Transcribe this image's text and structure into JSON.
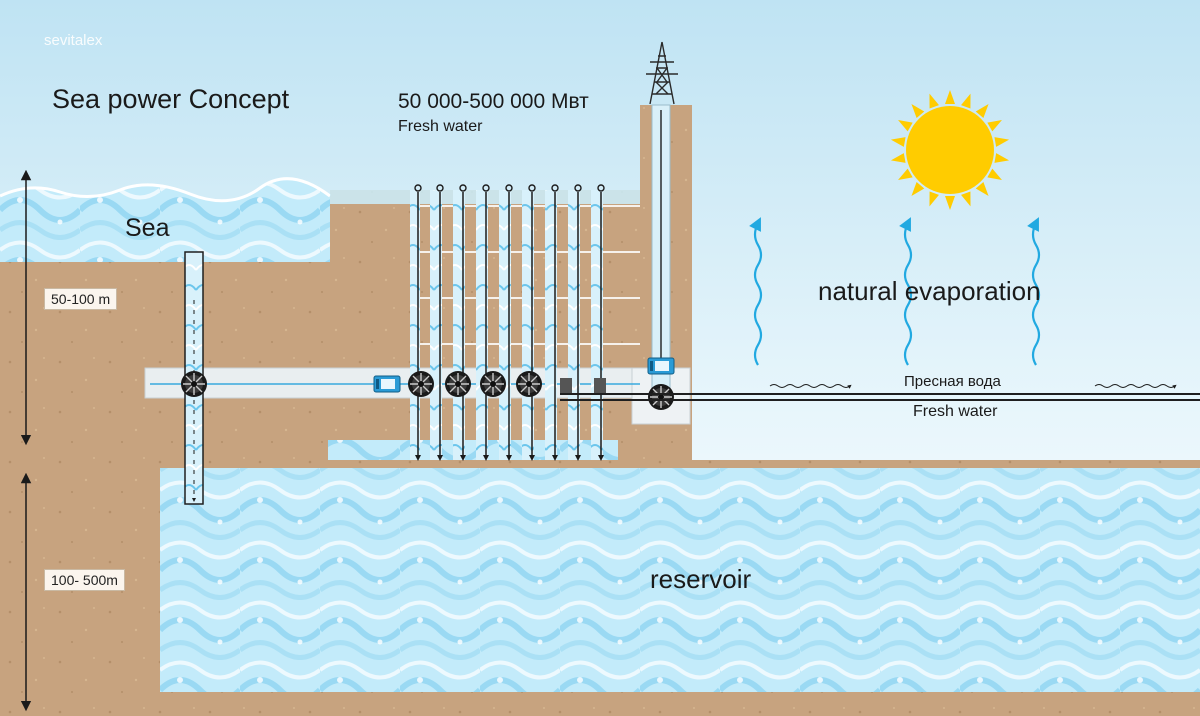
{
  "watermark": "sevitalex",
  "title": "Sea  power Concept",
  "power_range": "50 000-500 000 Мвт",
  "fresh_water_top": "Fresh water",
  "sea_label": "Sea",
  "evaporation_label": "natural evaporation",
  "fresh_water_ru": "Пресная вода",
  "fresh_water_en": "Fresh water",
  "reservoir_label": "reservoir",
  "depth_upper": "50-100 m",
  "depth_lower": "100- 500m",
  "colors": {
    "sky": "#bfe3f3",
    "soil": "#c7a37f",
    "water": "#a9dff5",
    "sun": "#ffcc00",
    "pipe": "#1f1f1f",
    "generator": "#2a9bd6"
  },
  "icons": [
    "transmission-tower-icon",
    "sun-icon",
    "turbine-icon",
    "generator-icon",
    "evaporation-arrow-icon",
    "depth-arrow-icon"
  ]
}
